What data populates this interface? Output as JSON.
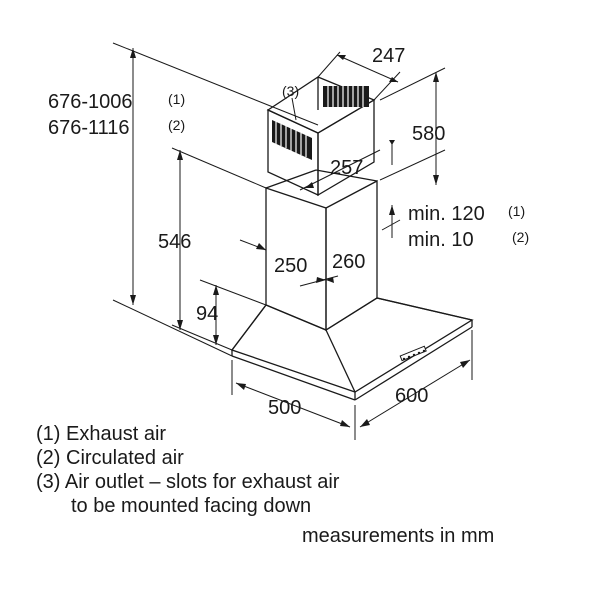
{
  "dimensions": {
    "total_height_1": "676-1006",
    "total_height_1_ref": "(1)",
    "total_height_2": "676-1116",
    "total_height_2_ref": "(2)",
    "outlet_ref": "(3)",
    "chimney_width_top": "247",
    "chimney_height": "580",
    "chimney_depth": "257",
    "hood_body_height": "546",
    "min_exhaust": "min. 120",
    "min_exhaust_ref": "(1)",
    "min_circulated": "min. 10",
    "min_circulated_ref": "(2)",
    "chimney_width": "250",
    "chimney_depth_bottom": "260",
    "canopy_height": "94",
    "hood_depth": "500",
    "hood_width": "600"
  },
  "legend": {
    "item1": "(1) Exhaust air",
    "item2": "(2) Circulated air",
    "item3": "(3) Air outlet – slots for exhaust air",
    "item3_cont": "to be mounted facing down",
    "units": "measurements in mm"
  }
}
